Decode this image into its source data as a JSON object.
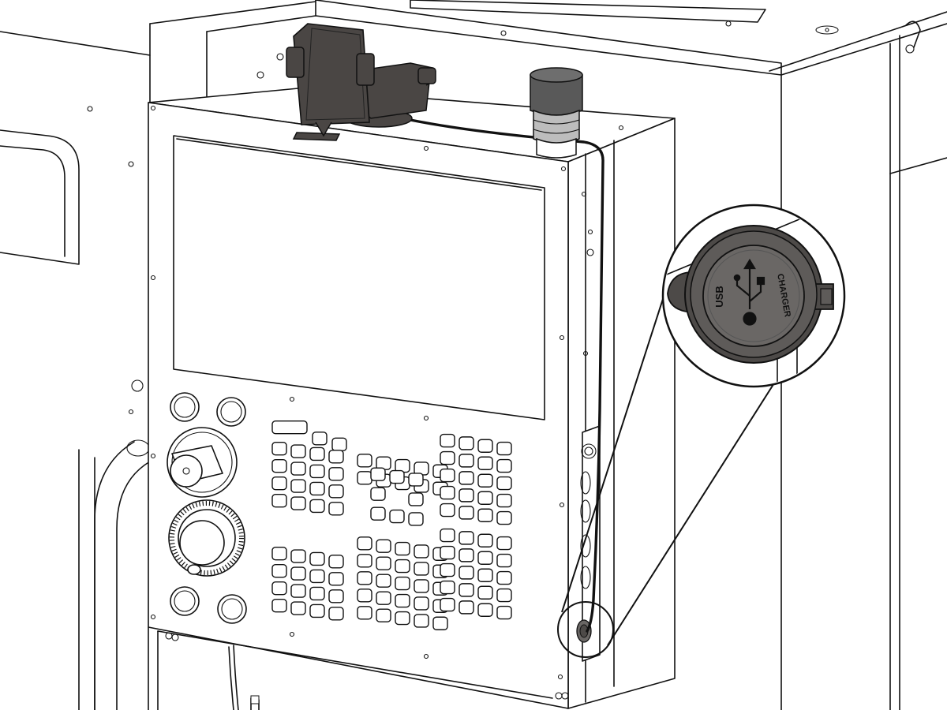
{
  "callout": {
    "usb_label": "USB",
    "charger_label": "CHARGER"
  },
  "colors": {
    "line": "#111111",
    "paper": "#ffffff",
    "phone_holder": "#4a4644",
    "usb_cap_outer": "#4d4a48",
    "usb_cap_inner": "#5e5b59",
    "usb_port_face": "#6a6765",
    "beacon_top": "#595959",
    "beacon_body": "#bdbdbd"
  },
  "keypad": {
    "left_block_rows": 4,
    "left_block_cols": 4,
    "middle_block_rows": 4,
    "middle_block_cols": 5,
    "right_block_rows": 5,
    "right_block_cols": 4
  },
  "icons": [
    "usb-symbol-icon",
    "jog-dial-handwheel",
    "cycle-button"
  ]
}
